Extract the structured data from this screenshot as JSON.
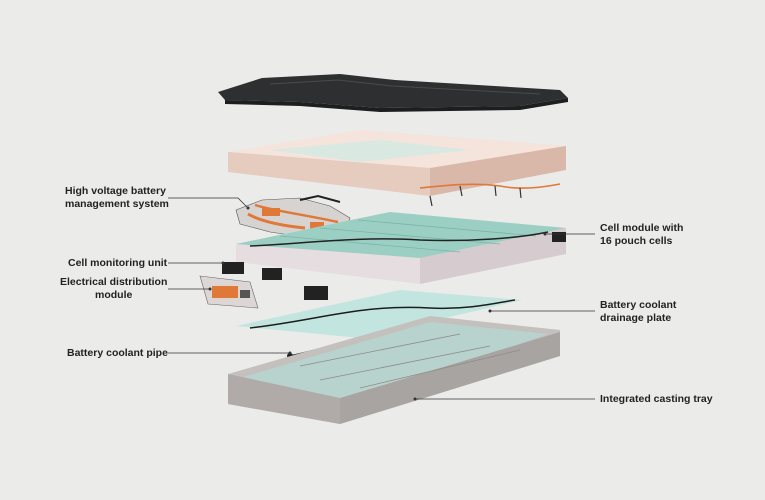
{
  "labels": {
    "hv_bms": {
      "line1": "High voltage battery",
      "line2": "management system"
    },
    "cell_monitoring": {
      "text": "Cell monitoring unit"
    },
    "electrical_distribution": {
      "line1": "Electrical distribution",
      "line2": "module"
    },
    "coolant_pipe": {
      "text": "Battery coolant pipe"
    },
    "cell_module": {
      "line1": "Cell module with",
      "line2": "16 pouch cells"
    },
    "drainage_plate": {
      "line1": "Battery coolant",
      "line2": "drainage plate"
    },
    "casting_tray": {
      "text": "Integrated casting tray"
    }
  },
  "colors": {
    "background": "#ebebea",
    "leader_line": "#333333",
    "cover": "#2e2f31",
    "insulation_top": "#efd9cf",
    "insulation_side": "#d9b8aa",
    "cell_top": "#9ccfc3",
    "cell_side": "#e6dde0",
    "wiring": "#e07838",
    "cooling_plate": "#b9e3dc",
    "tray": "#b8b4b2"
  }
}
